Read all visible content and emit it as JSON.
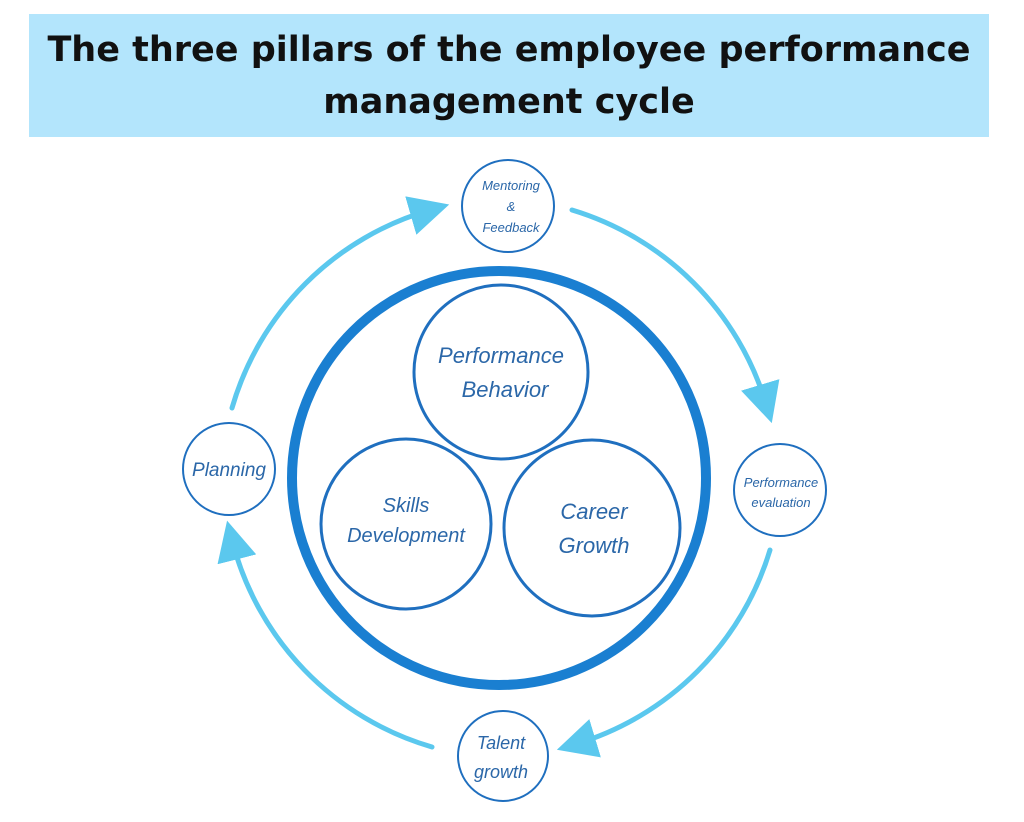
{
  "title": {
    "line1": "The three pillars of the employee performance",
    "line2": "management cycle"
  },
  "colors": {
    "title_bg": "#b3e5fc",
    "outer_ring": "#1a7fd1",
    "circle_stroke": "#1f6fbf",
    "arrow": "#5bc8ee",
    "label_text": "#2b67a8"
  },
  "pillars": [
    {
      "id": "performance-behavior",
      "line1": "Performance",
      "line2": "Behavior"
    },
    {
      "id": "skills-development",
      "line1": "Skills",
      "line2": "Development"
    },
    {
      "id": "career-growth",
      "line1": "Career",
      "line2": "Growth"
    }
  ],
  "cycle": {
    "mentoring": {
      "line1": "Mentoring",
      "line2": "&",
      "line3": "Feedback"
    },
    "evaluation": {
      "line1": "Performance",
      "line2": "evaluation"
    },
    "talent": {
      "line1": "Talent",
      "line2": "growth"
    },
    "planning": {
      "line1": "Planning"
    }
  }
}
